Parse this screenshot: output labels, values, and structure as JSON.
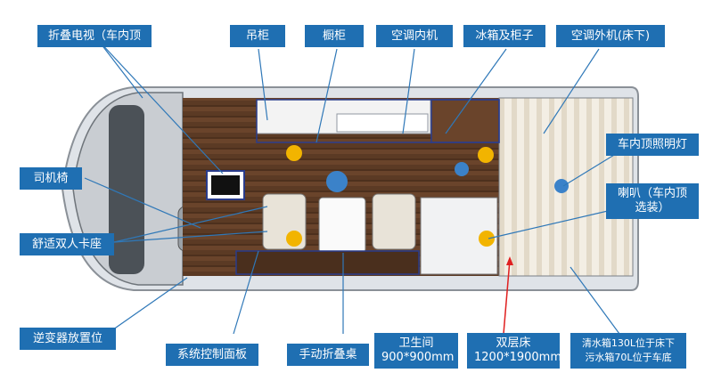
{
  "labels": {
    "folding_tv": "折叠电视（车内顶",
    "hanging_cabinet": "吊柜",
    "cupboard": "橱柜",
    "ac_indoor": "空调内机",
    "fridge_cabinet": "冰箱及柜子",
    "ac_outdoor": "空调外机(床下)",
    "ceiling_light": "车内顶照明灯",
    "speaker_line1": "喇叭（车内顶",
    "speaker_line2": "选装）",
    "driver_seat": "司机椅",
    "double_bench": "舒适双人卡座",
    "inverter": "逆变器放置位",
    "control_panel": "系统控制面板",
    "folding_table": "手动折叠桌",
    "bathroom_title": "卫生间",
    "bathroom_size": "900*900mm",
    "bunk_title": "双层床",
    "bunk_size": "1200*1900mm",
    "water_line1": "清水箱130L位于床下",
    "water_line2": "污水箱70L位于车底"
  },
  "colors": {
    "label_bg": "#1f6fb2",
    "leader_line": "#2f78b8",
    "red_arrow": "#e02020",
    "floor_wood": "#5b3a24",
    "bed_stripe": "#e9e2d4",
    "light_dot": "#f2b400",
    "speaker_dot": "#3b82c9"
  }
}
